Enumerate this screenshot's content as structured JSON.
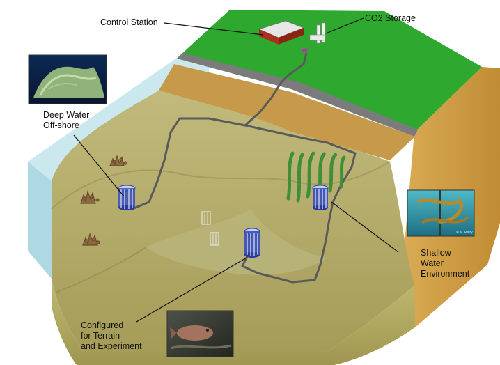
{
  "labels": {
    "control_station": "Control Station",
    "co2_storage": "CO2 Storage",
    "deep_water": [
      "Deep Water",
      "Off-shore"
    ],
    "shallow_water": [
      "Shallow",
      "Water",
      "Environment"
    ],
    "configured": [
      "Configured",
      "for Terrain",
      "and Experiment"
    ]
  },
  "photo_credit": "© M. Patry",
  "colors": {
    "grass": "#2fa830",
    "seafloor": "#b6ae6a",
    "water": "#bfe3ea",
    "cliff_side": "#c99a42",
    "pipe": "#555555",
    "cylinder": "#3a4fb8",
    "kelp": "#3f8f3a"
  }
}
